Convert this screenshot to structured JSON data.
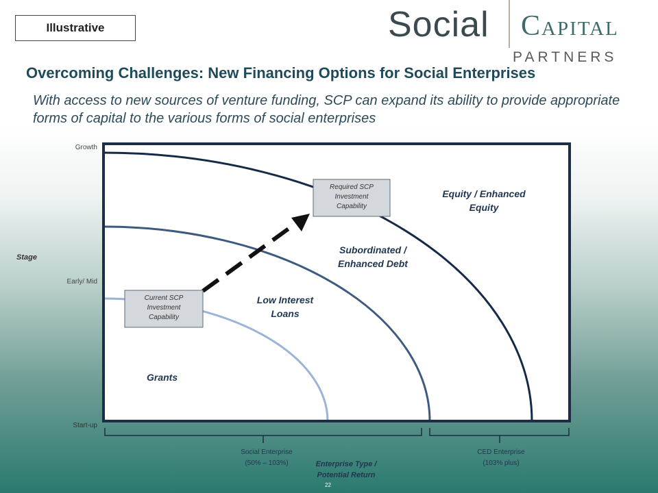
{
  "header": {
    "badge": "Illustrative",
    "logo_social": "Social",
    "logo_capital": "Capital",
    "logo_partners": "PARTNERS"
  },
  "title": "Overcoming Challenges: New Financing Options for Social Enterprises",
  "subtitle": "With access to new sources of venture funding, SCP can expand its ability to provide appropriate forms of capital to the various forms of social enterprises",
  "diagram": {
    "y_axis_label": "Stage",
    "y_ticks": [
      "Growth",
      "Early/ Mid",
      "Start-up"
    ],
    "regions": {
      "grants": "Grants",
      "low_interest_1": "Low Interest",
      "low_interest_2": "Loans",
      "subordinated_1": "Subordinated /",
      "subordinated_2": "Enhanced Debt",
      "equity_1": "Equity / Enhanced",
      "equity_2": "Equity"
    },
    "boxes": {
      "current_1": "Current SCP",
      "current_2": "Investment",
      "current_3": "Capability",
      "required_1": "Required SCP",
      "required_2": "Investment",
      "required_3": "Capability"
    },
    "x_groups": {
      "social_1": "Social Enterprise",
      "social_2": "(50% – 103%)",
      "ced_1": "CED Enterprise",
      "ced_2": "(103% plus)"
    },
    "x_axis_label_1": "Enterprise Type /",
    "x_axis_label_2": "Potential Return",
    "colors": {
      "arc_inner": "#9bb3d6",
      "arc_middle": "#3d5a80",
      "arc_outer": "#152a47",
      "frame": "#1c2d45"
    }
  },
  "page_number": "22"
}
